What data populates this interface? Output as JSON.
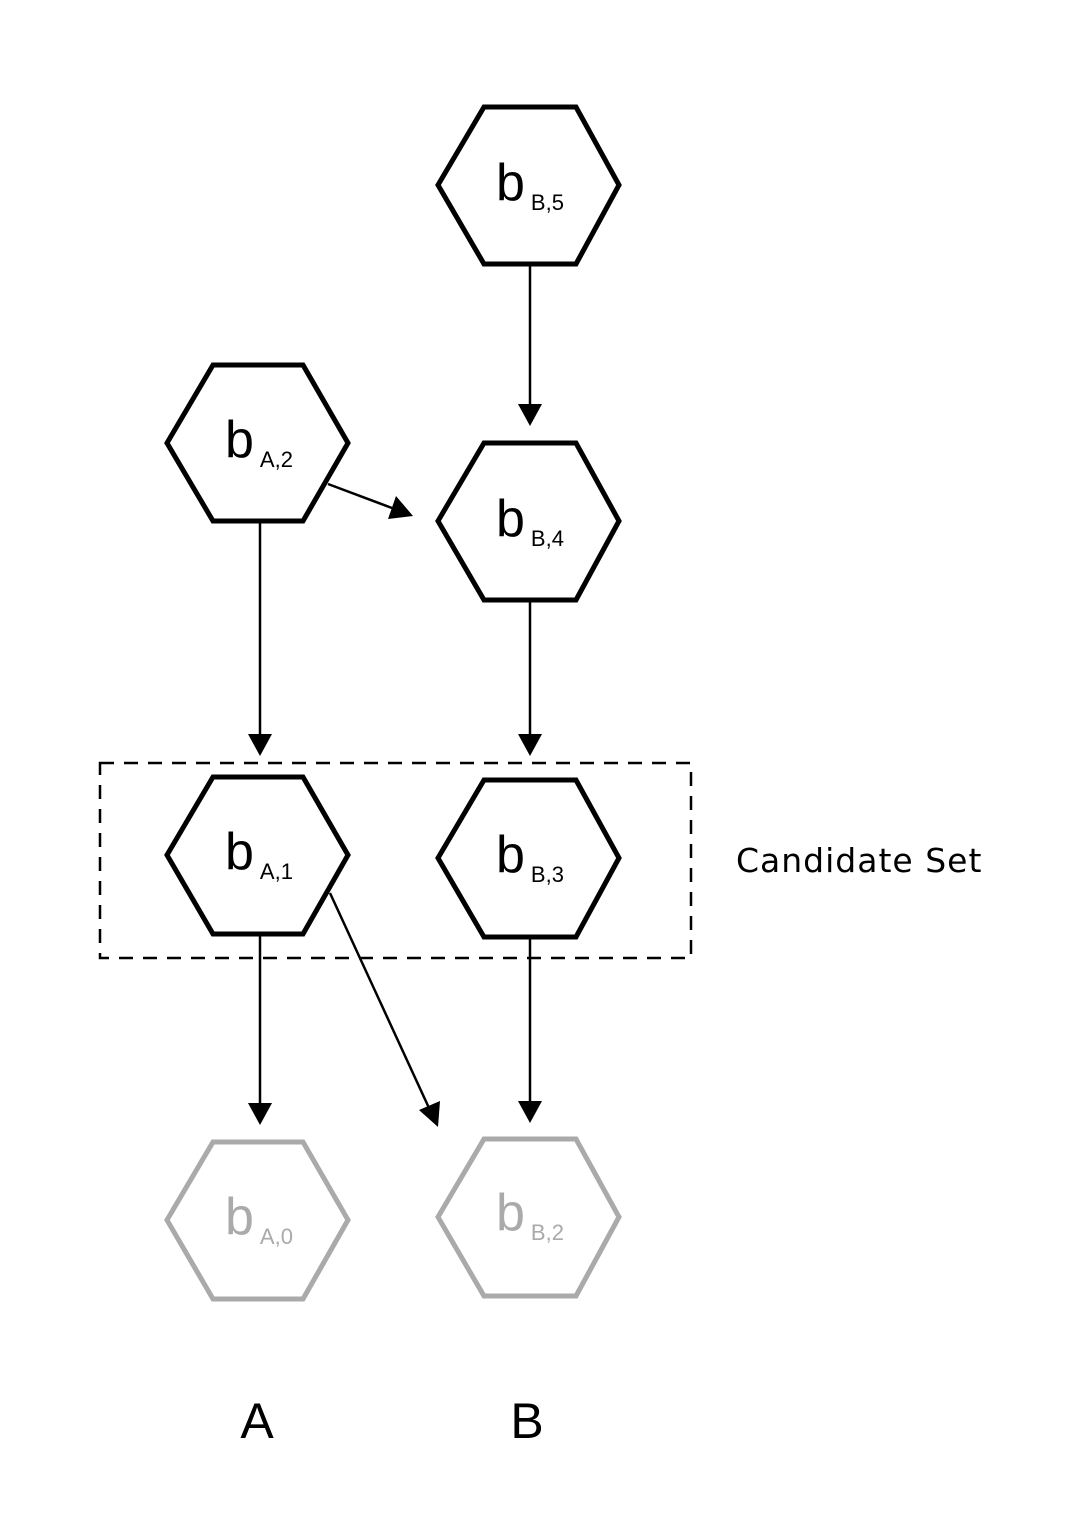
{
  "nodes": [
    {
      "id": "bB5",
      "main": "b",
      "sub": "B,5",
      "style": "active"
    },
    {
      "id": "bA2",
      "main": "b",
      "sub": "A,2",
      "style": "active"
    },
    {
      "id": "bB4",
      "main": "b",
      "sub": "B,4",
      "style": "active"
    },
    {
      "id": "bA1",
      "main": "b",
      "sub": "A,1",
      "style": "active"
    },
    {
      "id": "bB3",
      "main": "b",
      "sub": "B,3",
      "style": "active"
    },
    {
      "id": "bA0",
      "main": "b",
      "sub": "A,0",
      "style": "faded"
    },
    {
      "id": "bB2",
      "main": "b",
      "sub": "B,2",
      "style": "faded"
    }
  ],
  "edges": [
    {
      "from": "bB5",
      "to": "bB4"
    },
    {
      "from": "bA2",
      "to": "bB4"
    },
    {
      "from": "bA2",
      "to": "bA1"
    },
    {
      "from": "bB4",
      "to": "bB3"
    },
    {
      "from": "bA1",
      "to": "bA0"
    },
    {
      "from": "bA1",
      "to": "bB2"
    },
    {
      "from": "bB3",
      "to": "bB2"
    }
  ],
  "candidate_set": {
    "label": "Candidate Set",
    "members": [
      "bA1",
      "bB3"
    ]
  },
  "columns": [
    {
      "id": "colA",
      "label": "A"
    },
    {
      "id": "colB",
      "label": "B"
    }
  ],
  "colors": {
    "active": "#000000",
    "faded": "#aaaaaa"
  }
}
